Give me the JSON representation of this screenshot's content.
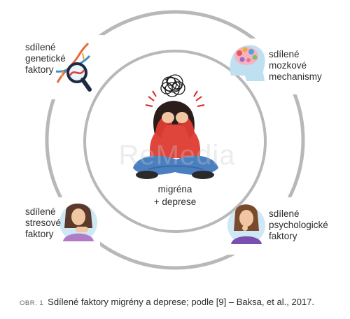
{
  "labels": {
    "genetic": "sdílené\ngenetické\nfaktory",
    "brain": "sdílené\nmozkové\nmechanismy",
    "stress": "sdílené\nstresové\nfaktory",
    "psych": "sdílené\npsychologické\nfaktory",
    "center": "migréna\n+ deprese"
  },
  "watermark": "ReMedia",
  "caption": {
    "prefix": "OBR. 1",
    "text": "Sdílené faktory migrény a deprese; podle [9] – Baksa, et al., 2017."
  },
  "colors": {
    "ring": "#b8b8b8",
    "shirt": "#e0453b",
    "jeans": "#4a7fc0",
    "hair": "#2a1d1a",
    "skin": "#f1c7a3",
    "purple": "#7a4fb0",
    "bubble": "#d7ecf7"
  },
  "icons": [
    "dna-magnifier-icon",
    "brain-head-icon",
    "stressed-woman-icon",
    "thinking-woman-icon",
    "scribble-cloud-icon"
  ]
}
